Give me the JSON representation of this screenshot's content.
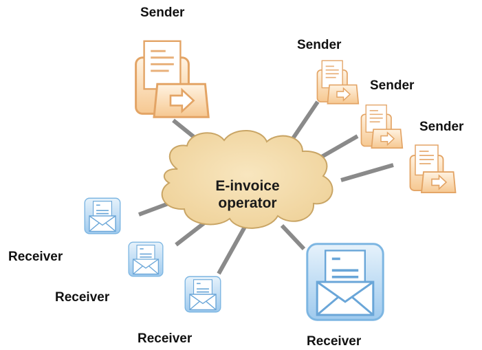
{
  "operator": {
    "line1": "E-invoice",
    "line2": "operator"
  },
  "senders": [
    {
      "label": "Sender"
    },
    {
      "label": "Sender"
    },
    {
      "label": "Sender"
    },
    {
      "label": "Sender"
    }
  ],
  "receivers": [
    {
      "label": "Receiver"
    },
    {
      "label": "Receiver"
    },
    {
      "label": "Receiver"
    },
    {
      "label": "Receiver"
    }
  ],
  "colors": {
    "cloud_fill": "#f2d9a6",
    "cloud_stroke": "#c9a565",
    "connector": "#8a8a8a",
    "sender_accent": "#f0a860",
    "receiver_accent": "#5aa0d8"
  },
  "icons": {
    "sender": "document-send-icon",
    "receiver": "envelope-document-icon"
  }
}
